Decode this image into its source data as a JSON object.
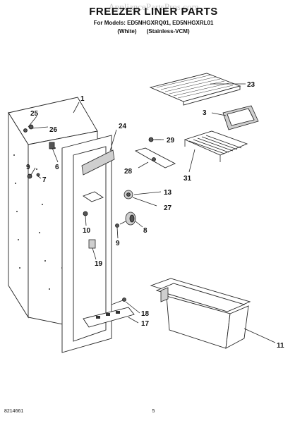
{
  "watermark": "AppliancePartsPros.com",
  "title": "FREEZER LINER PARTS",
  "models_line": "For Models: ED5NHGXRQ01, ED5NHGXRL01",
  "variants": [
    "(White)",
    "(Stainless-VCM)"
  ],
  "footer": {
    "doc_number": "8214661",
    "page": "5"
  },
  "callouts": {
    "c1": "1",
    "c23": "23",
    "c3": "3",
    "c25": "25",
    "c26": "26",
    "c24": "24",
    "c29": "29",
    "c6": "6",
    "c28": "28",
    "c31": "31",
    "c9a": "9",
    "c7": "7",
    "c13": "13",
    "c27": "27",
    "c10": "10",
    "c8": "8",
    "c9b": "9",
    "c19": "19",
    "c18": "18",
    "c17": "17",
    "c11": "11"
  }
}
